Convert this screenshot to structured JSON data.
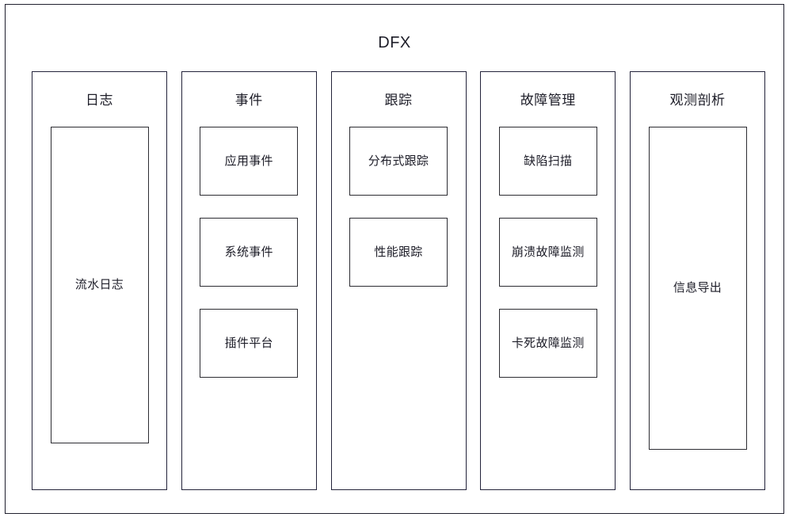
{
  "diagram": {
    "title": "DFX",
    "type": "block-architecture",
    "columns": [
      {
        "id": "logs",
        "title": "日志",
        "items": [
          {
            "label": "流水日志",
            "variant": "tall"
          }
        ]
      },
      {
        "id": "events",
        "title": "事件",
        "items": [
          {
            "label": "应用事件",
            "variant": "normal"
          },
          {
            "label": "系统事件",
            "variant": "normal"
          },
          {
            "label": "插件平台",
            "variant": "normal"
          }
        ]
      },
      {
        "id": "tracing",
        "title": "跟踪",
        "items": [
          {
            "label": "分布式跟踪",
            "variant": "normal"
          },
          {
            "label": "性能跟踪",
            "variant": "normal"
          }
        ]
      },
      {
        "id": "fault-management",
        "title": "故障管理",
        "items": [
          {
            "label": "缺陷扫描",
            "variant": "normal"
          },
          {
            "label": "崩溃故障监测",
            "variant": "normal"
          },
          {
            "label": "卡死故障监测",
            "variant": "normal"
          }
        ]
      },
      {
        "id": "observation-analysis",
        "title": "观测剖析",
        "items": [
          {
            "label": "信息导出",
            "variant": "tall"
          }
        ]
      }
    ],
    "colors": {
      "background": "#ffffff",
      "outer_border": "#20202e",
      "column_border": "#23233a",
      "node_border": "#2c2c32",
      "text": "#1d1d28"
    }
  }
}
